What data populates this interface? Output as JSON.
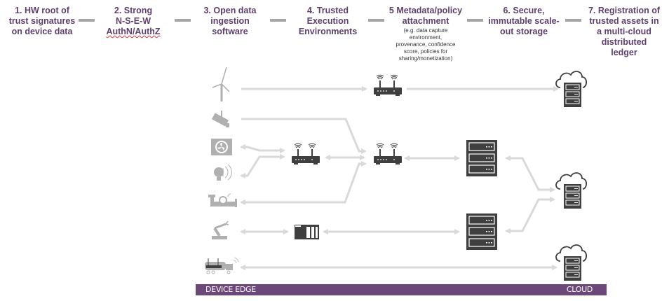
{
  "steps": [
    {
      "id": "1",
      "title_lines": [
        "1. HW root of",
        "trust signatures",
        "on device data"
      ]
    },
    {
      "id": "2",
      "title_lines": [
        "2. Strong",
        "N-S-E-W",
        "AuthN/AuthZ"
      ]
    },
    {
      "id": "3",
      "title_lines": [
        "3. Open data",
        "ingestion",
        "software"
      ]
    },
    {
      "id": "4",
      "title_lines": [
        "4. Trusted",
        "Execution",
        "Environments"
      ]
    },
    {
      "id": "5",
      "title_lines": [
        "5 Metadata/policy",
        "attachment"
      ],
      "subtitle_lines": [
        "(e.g. data capture",
        "environment,",
        "provenance, confidence",
        "score, policies for",
        "sharing/monetization)"
      ]
    },
    {
      "id": "6",
      "title_lines": [
        "6. Secure,",
        "immutable scale-",
        "out storage"
      ]
    },
    {
      "id": "7",
      "title_lines": [
        "7. Registration of",
        "trusted assets in",
        "a multi-cloud",
        "distributed",
        "ledger"
      ]
    }
  ],
  "devices": [
    {
      "name": "wind-turbine-icon"
    },
    {
      "name": "security-camera-icon"
    },
    {
      "name": "hvac-fan-icon"
    },
    {
      "name": "smart-bulb-icon"
    },
    {
      "name": "smart-meter-pipe-icon"
    },
    {
      "name": "robotic-arm-icon"
    },
    {
      "name": "connected-truck-icon"
    }
  ],
  "nodes": {
    "gateways": [
      "gateway-top",
      "gateway-edge-left",
      "gateway-edge-right"
    ],
    "plc": "plc-controller",
    "storage_servers": [
      "storage-server-top",
      "storage-server-bottom"
    ],
    "clouds": [
      "cloud-top",
      "cloud-middle",
      "cloud-bottom"
    ]
  },
  "footer": {
    "left_label": "DEVICE EDGE",
    "right_label": "CLOUD"
  },
  "colors": {
    "heading": "#5e3f6e",
    "bar": "#6b4878",
    "arrow": "#d9d9d9",
    "device": "#b0b0b0",
    "node": "#3f3f3f"
  }
}
